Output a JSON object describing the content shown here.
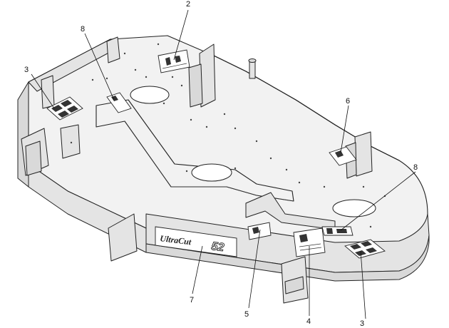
{
  "figure": {
    "brand_line1": "UltraCut",
    "brand_size": "52"
  },
  "callouts": [
    {
      "id": "c2-top",
      "label": "2"
    },
    {
      "id": "c8-left",
      "label": "8"
    },
    {
      "id": "c3-left",
      "label": "3"
    },
    {
      "id": "c6",
      "label": "6"
    },
    {
      "id": "c8-right",
      "label": "8"
    },
    {
      "id": "c7",
      "label": "7"
    },
    {
      "id": "c5",
      "label": "5"
    },
    {
      "id": "c4",
      "label": "4"
    },
    {
      "id": "c3-right",
      "label": "3"
    }
  ]
}
